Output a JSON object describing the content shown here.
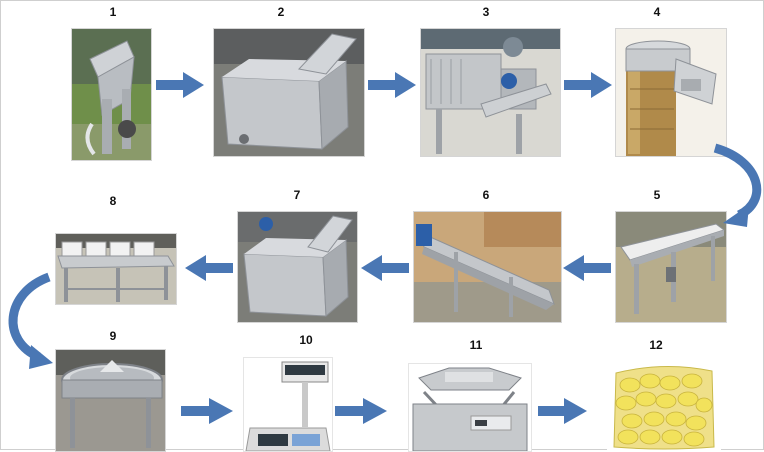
{
  "steps": [
    {
      "number": "1",
      "machine": "bin-tipper"
    },
    {
      "number": "2",
      "machine": "washing-tank-with-elevator"
    },
    {
      "number": "3",
      "machine": "peeling-machine"
    },
    {
      "number": "4",
      "machine": "slicing-machine"
    },
    {
      "number": "5",
      "machine": "inspection-belt-conveyor"
    },
    {
      "number": "6",
      "machine": "screw-conveyor"
    },
    {
      "number": "7",
      "machine": "rinsing-tank-with-elevator"
    },
    {
      "number": "8",
      "machine": "dewatering-table"
    },
    {
      "number": "9",
      "machine": "rotary-collecting-table"
    },
    {
      "number": "10",
      "machine": "weighing-scale"
    },
    {
      "number": "11",
      "machine": "vacuum-packing-machine"
    },
    {
      "number": "12",
      "machine": "packed-product"
    }
  ],
  "colors": {
    "arrow": "#4a77b4",
    "steel": "#bfc2c6",
    "steel_dark": "#8e9298",
    "product": "#f2e25c"
  }
}
